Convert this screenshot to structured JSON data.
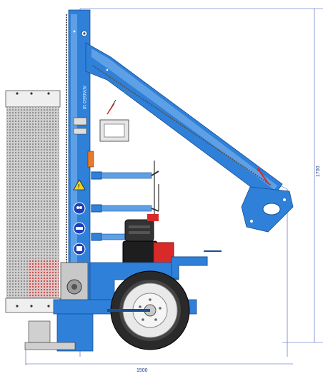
{
  "drawing": {
    "brand": "APAGEO",
    "model_plate": "APAGEO 10",
    "dimension_width": "1500",
    "dimension_height": "1700"
  },
  "colors": {
    "frame_blue": "#2f80d9",
    "frame_blue_dark": "#1b5fb0",
    "dimension_line": "#3a55b5",
    "engine_red": "#d92a2a",
    "steel_grey": "#c8c8c8",
    "tire": "#2a2a2a"
  },
  "icons": [
    "warning-triangle-icon",
    "safety-glasses-icon",
    "ear-protection-icon",
    "read-manual-icon"
  ]
}
